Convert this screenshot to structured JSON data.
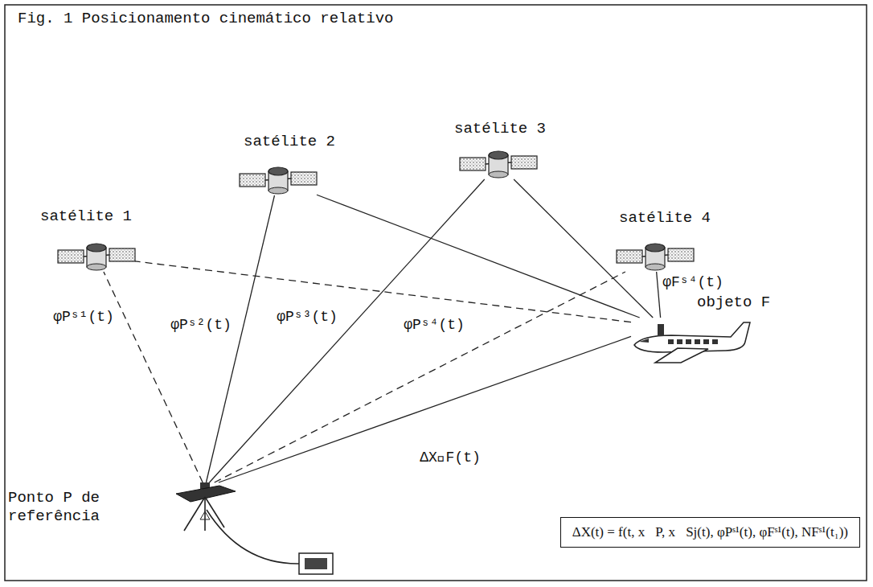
{
  "diagram": {
    "title": "Fig. 1 Posicionamento cinemático relativo",
    "nodes": [
      {
        "text": [
          "satélite 1"
        ]
      },
      {
        "text": [
          "satélite 2"
        ]
      },
      {
        "text": [
          "satélite 3"
        ]
      },
      {
        "text": [
          "satélite 4"
        ]
      },
      {
        "text": [
          "objeto F"
        ]
      },
      {
        "text": [
          "Ponto P de referência"
        ]
      },
      {
        "text": [
          "ΔX(t) = f(t, x⃗P, x⃗Sj(t), φPˢ¹(t), φFˢ¹(t), NFˢ¹(t₁))"
        ]
      }
    ],
    "edges": [
      {
        "from": 5,
        "to": 0,
        "arrow": "none",
        "label": "φPˢ¹(t)"
      },
      {
        "from": 5,
        "to": 1,
        "arrow": "none",
        "label": "φPˢ²(t)"
      },
      {
        "from": 5,
        "to": 2,
        "arrow": "none",
        "label": "φPˢ³(t)"
      },
      {
        "from": 5,
        "to": 3,
        "arrow": "none",
        "label": "φPˢ⁴(t)"
      },
      {
        "from": 4,
        "to": 0,
        "arrow": "none"
      },
      {
        "from": 4,
        "to": 1,
        "arrow": "none"
      },
      {
        "from": 4,
        "to": 2,
        "arrow": "none"
      },
      {
        "from": 4,
        "to": 3,
        "arrow": "none",
        "label": "φFˢ⁴(t)"
      },
      {
        "from": 5,
        "to": 4,
        "arrow": "none",
        "label": "ΔX⃗F(t)"
      }
    ]
  }
}
